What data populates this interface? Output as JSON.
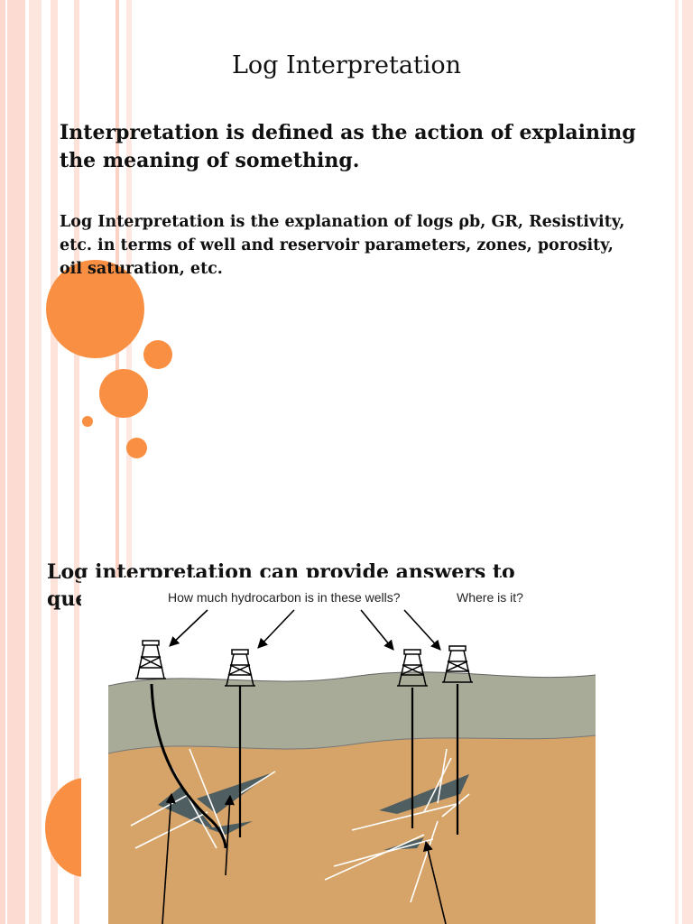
{
  "slide": {
    "title": "Log Interpretation",
    "definition": "Interpretation is defined as the action of explaining the meaning of something.",
    "explanation": "Log Interpretation is the explanation of logs ρb, GR, Resistivity, etc. in terms of well and reservoir parameters, zones, porosity, oil saturation, etc.",
    "answers_intro": "Log interpretation can provide answers to questions"
  },
  "figure": {
    "question_1": "How much hydrocarbon is in these wells?",
    "question_2": "Where is it?"
  },
  "colors": {
    "accent": "#f98f42",
    "stripe": "#fcdcd2",
    "surface": "#a7ab98",
    "subsurface": "#d6a468",
    "reservoir": "#4f5e60"
  }
}
